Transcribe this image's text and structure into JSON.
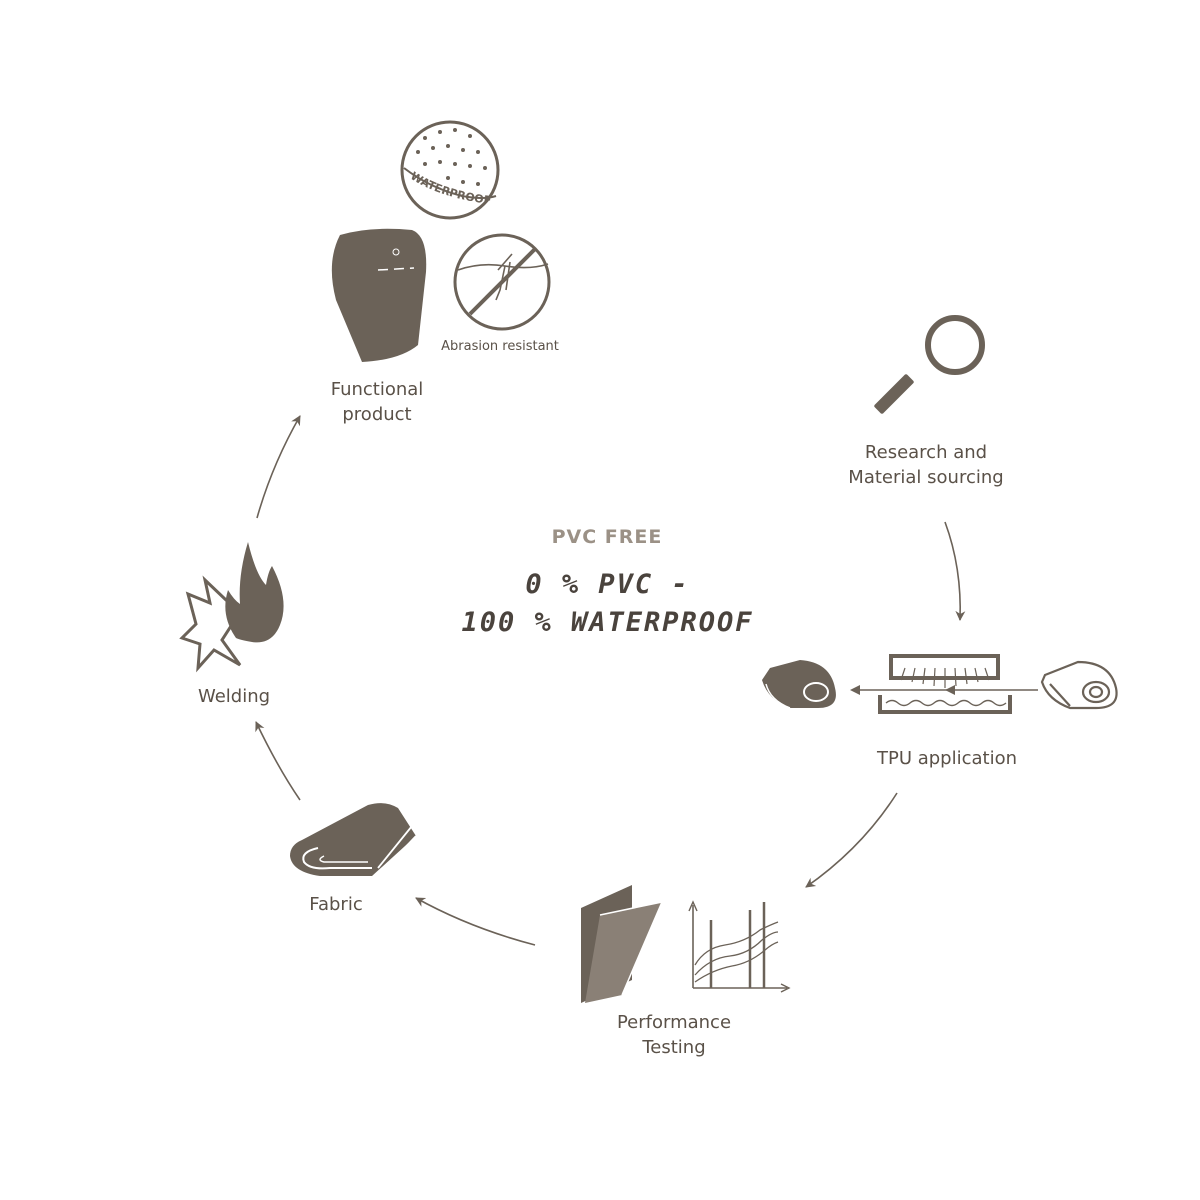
{
  "center": {
    "title": "PVC FREE",
    "slogan_line1": "0 % PVC -",
    "slogan_line2": "100 % WATERPROOF"
  },
  "steps": {
    "research": {
      "line1": "Research and",
      "line2": "Material sourcing"
    },
    "tpu": {
      "label": "TPU application"
    },
    "testing": {
      "line1": "Performance",
      "line2": "Testing"
    },
    "fabric": {
      "label": "Fabric"
    },
    "welding": {
      "label": "Welding"
    },
    "product": {
      "line1": "Functional",
      "line2": "product"
    }
  },
  "features": {
    "waterproof": "WATERPROOF",
    "abrasion": "Abrasion resistant"
  },
  "colors": {
    "icon": "#6b6258",
    "text": "#5a5148",
    "accent": "#9b9186"
  },
  "icons": [
    "magnifier-icon",
    "tpu-press-icon",
    "folder-icon",
    "graph-icon",
    "fabric-roll-icon",
    "flame-icon",
    "bag-icon",
    "waterproof-badge-icon",
    "abrasion-badge-icon"
  ]
}
